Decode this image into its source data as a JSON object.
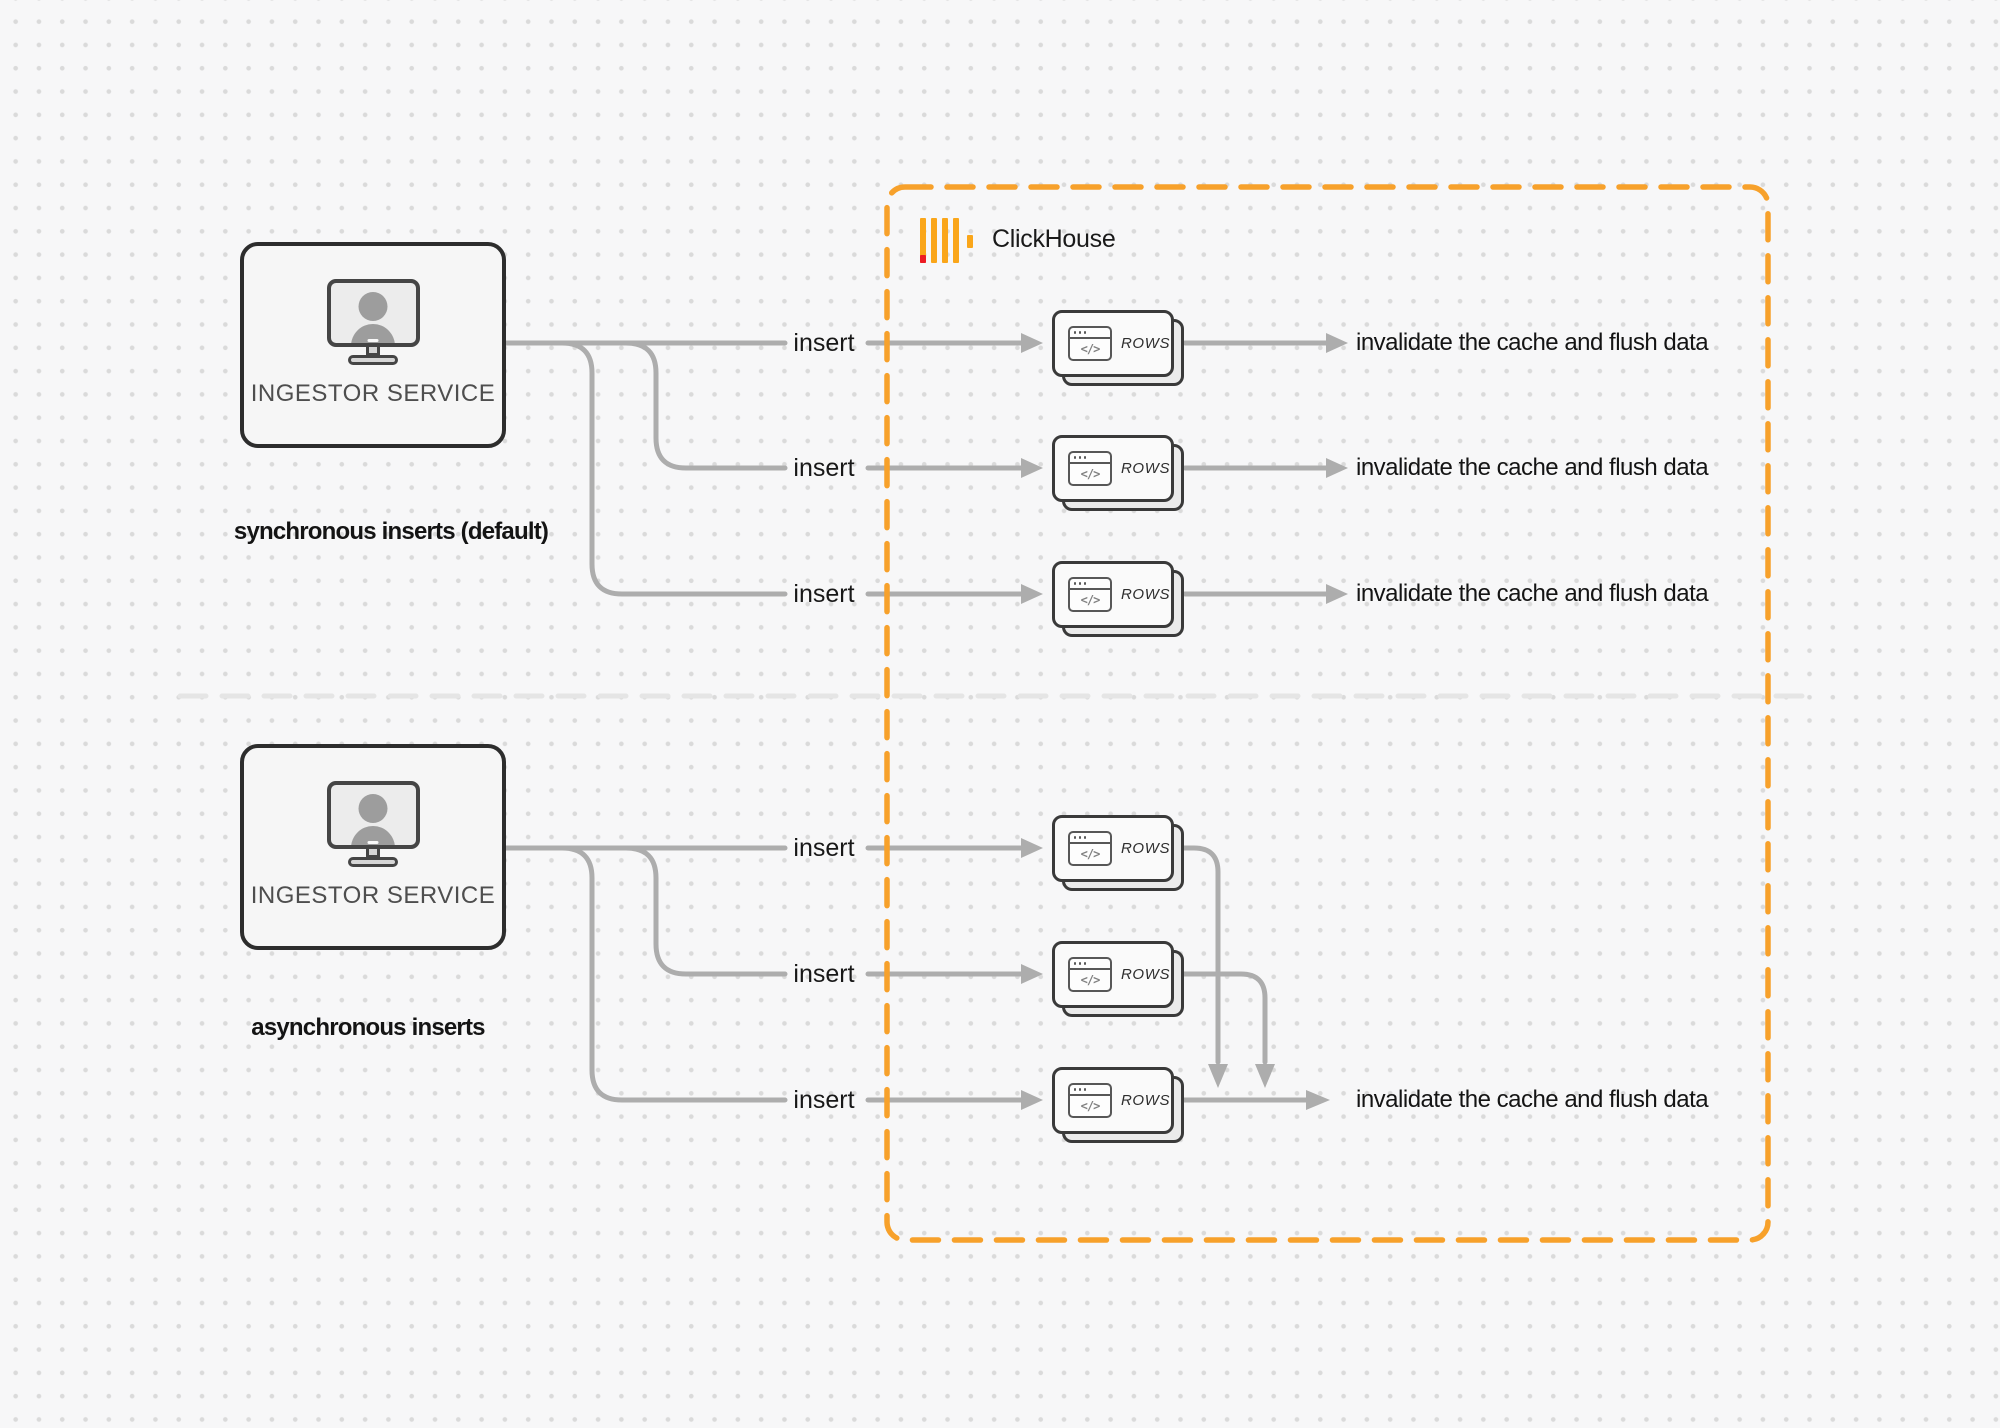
{
  "palette": {
    "background": "#f7f7f8",
    "dot": "#dadada",
    "connector": "#adadad",
    "divider": "#e5e5e5",
    "clickhouse_orange": "#f7a12b",
    "logo_bar_orange": "#faa61a",
    "logo_red": "#ed1b24",
    "box_border": "#2d2d2d",
    "text_dark": "#141414"
  },
  "clickhouse": {
    "name": "ClickHouse"
  },
  "card": {
    "rows_label": "ROWS",
    "code_glyph": "</>"
  },
  "sections": {
    "sync": {
      "source_label": "INGESTOR SERVICE",
      "caption": "synchronous inserts (default)",
      "inserts": [
        "insert",
        "insert",
        "insert"
      ],
      "results": [
        "invalidate the cache and flush data",
        "invalidate the cache and flush data",
        "invalidate the cache and flush data"
      ]
    },
    "async": {
      "source_label": "INGESTOR SERVICE",
      "caption": "asynchronous inserts",
      "inserts": [
        "insert",
        "insert",
        "insert"
      ],
      "results": [
        "invalidate the cache and flush data"
      ]
    }
  }
}
